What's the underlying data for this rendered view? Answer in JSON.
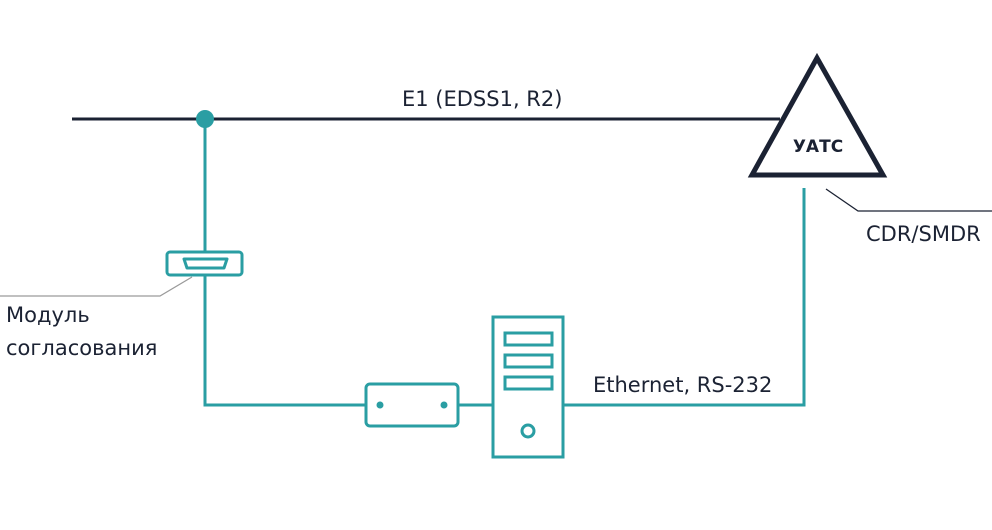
{
  "colors": {
    "line_dark": "#1b2233",
    "teal": "#2a9ea3",
    "leader_gray": "#9a9a9a",
    "text": "#1b2233"
  },
  "labels": {
    "e1_line": "E1 (EDSS1, R2)",
    "pbx": "УАТС",
    "cdr": "CDR/SMDR",
    "module_line1": "Модуль",
    "module_line2": "согласования",
    "ethernet": "Ethernet, RS-232"
  },
  "icons": {
    "pbx": "triangle-pbx-icon",
    "adapter": "connector-module-icon",
    "device": "network-device-icon",
    "server": "server-tower-icon"
  }
}
